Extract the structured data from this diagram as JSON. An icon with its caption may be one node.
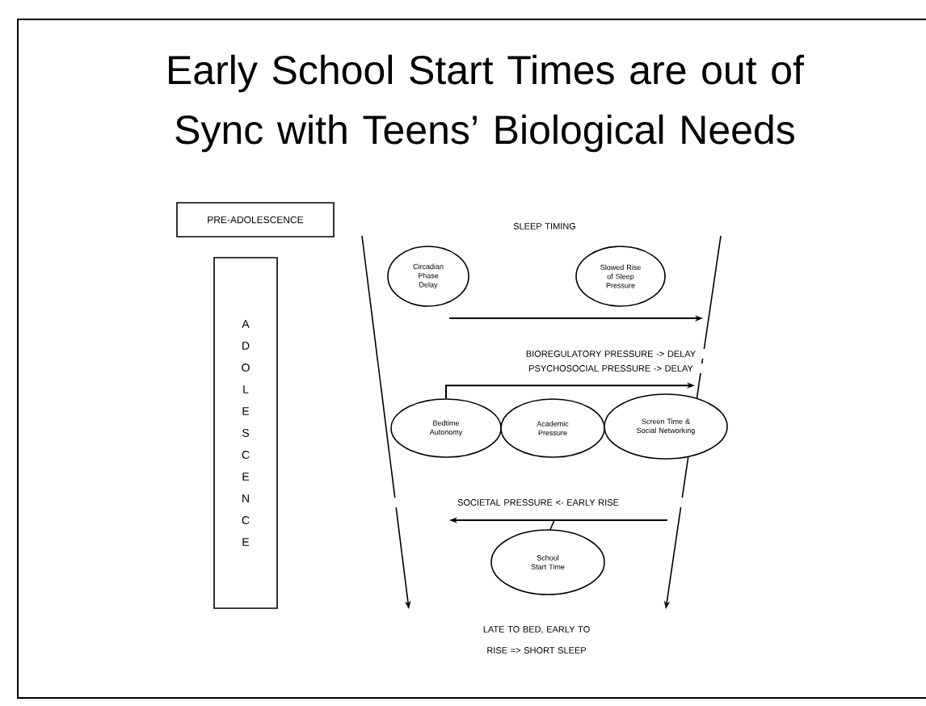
{
  "diagram": {
    "title": "Early School Start Times are out of Sync with Teens’ Biological Needs",
    "nodes": [
      {
        "text": [
          "PRE-ADOLESCENCE"
        ]
      },
      {
        "text": [
          "ADOLESCENCE"
        ]
      },
      {
        "text": [
          "Circadian Phase Delay"
        ]
      },
      {
        "text": [
          "Slowed Rise of Sleep Pressure"
        ]
      },
      {
        "text": [
          "Bedtime Autonomy"
        ]
      },
      {
        "text": [
          "Academic Pressure"
        ]
      },
      {
        "text": [
          "Screen Time & Social Networking"
        ]
      },
      {
        "text": [
          "School Start Time"
        ]
      }
    ],
    "edges": [
      {
        "from": 4,
        "to": 6,
        "arrow": "to"
      }
    ],
    "labels": [
      "SLEEP TIMING",
      "BIOREGULATORY PRESSURE -> DELAY",
      "PSYCHOSOCIAL PRESSURE -> DELAY",
      "SOCIETAL PRESSURE <- EARLY RISE",
      "LATE TO BED, EARLY TO RISE => SHORT SLEEP"
    ]
  }
}
